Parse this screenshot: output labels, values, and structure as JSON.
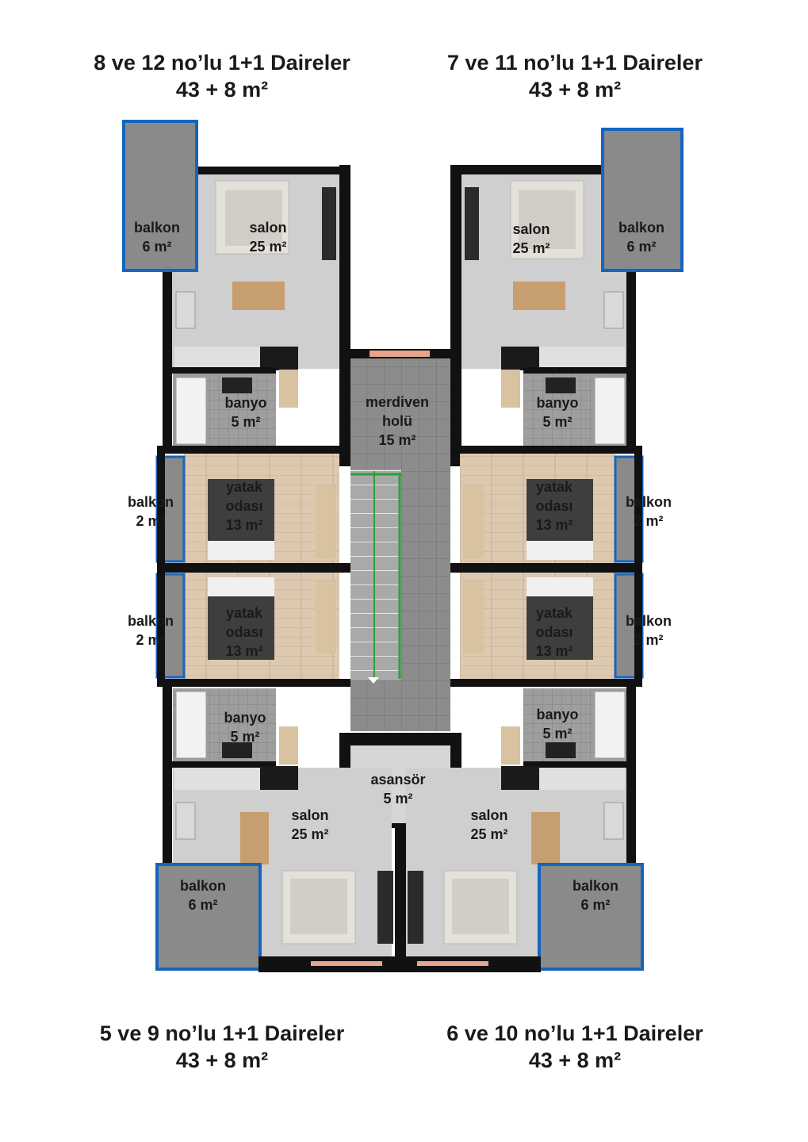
{
  "headers": {
    "top_left": {
      "title": "8 ve 12 no’lu 1+1 Daireler",
      "area": "43 + 8 m²"
    },
    "top_right": {
      "title": "7 ve 11 no’lu 1+1 Daireler",
      "area": "43 + 8 m²"
    },
    "bottom_left": {
      "title": "5 ve 9 no’lu 1+1 Daireler",
      "area": "43 + 8 m²"
    },
    "bottom_right": {
      "title": "6 ve 10 no’lu 1+1 Daireler",
      "area": "43 + 8 m²"
    }
  },
  "rooms": {
    "balkon_big_tl": [
      "balkon",
      "6 m²"
    ],
    "balkon_big_tr": [
      "balkon",
      "6 m²"
    ],
    "balkon_big_bl": [
      "balkon",
      "6 m²"
    ],
    "balkon_big_br": [
      "balkon",
      "6 m²"
    ],
    "salon_tl": [
      "salon",
      "25 m²"
    ],
    "salon_tr": [
      "salon",
      "25 m²"
    ],
    "salon_bl": [
      "salon",
      "25 m²"
    ],
    "salon_br": [
      "salon",
      "25 m²"
    ],
    "banyo_tl": [
      "banyo",
      "5 m²"
    ],
    "banyo_tr": [
      "banyo",
      "5 m²"
    ],
    "banyo_bl": [
      "banyo",
      "5 m²"
    ],
    "banyo_br": [
      "banyo",
      "5 m²"
    ],
    "yatak_tl": [
      "yatak",
      "odası",
      "13 m²"
    ],
    "yatak_tr": [
      "yatak",
      "odası",
      "13 m²"
    ],
    "yatak_bl": [
      "yatak",
      "odası",
      "13 m²"
    ],
    "yatak_br": [
      "yatak",
      "odası",
      "13 m²"
    ],
    "balkon_small_tl": [
      "balkon",
      "2 m²"
    ],
    "balkon_small_tr": [
      "balkon",
      "2 m²"
    ],
    "balkon_small_bl": [
      "balkon",
      "2 m²"
    ],
    "balkon_small_br": [
      "balkon",
      "2 m²"
    ],
    "merdiven": [
      "merdiven",
      "holü",
      "15 m²"
    ],
    "asansor": [
      "asansör",
      "5 m²"
    ]
  },
  "colors": {
    "wall": "#111111",
    "marble": "#c9c9c9",
    "tile": "#8f8f8f",
    "wood": "#d9c7ae",
    "balcony_frame": "#1565c0",
    "stair_rail": "#2e9e3e",
    "window": "#e8a48c"
  }
}
